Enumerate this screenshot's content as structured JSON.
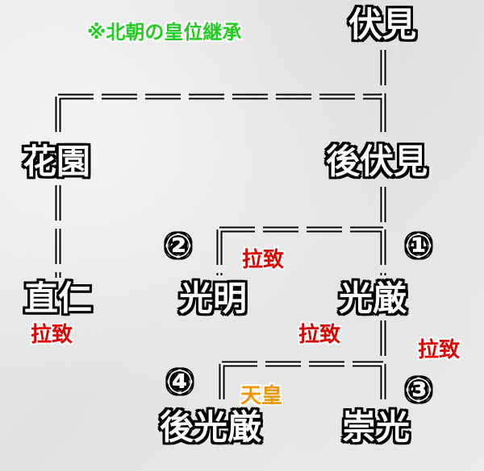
{
  "title": "※北朝の皇位継承",
  "nodes": {
    "fushimi": "伏見",
    "hanazono": "花園",
    "gofushimi": "後伏見",
    "naohito": "直仁",
    "komyo": "光明",
    "kogon": "光厳",
    "gokogon": "後光厳",
    "suko": "崇光"
  },
  "order_marks": {
    "kogon": "①",
    "komyo": "②",
    "suko": "③",
    "gokogon": "④"
  },
  "notes": {
    "naohito": "拉致",
    "komyo": "拉致",
    "kogon": "拉致",
    "suko": "拉致",
    "gokogon": "天皇"
  },
  "colors": {
    "title": "#22cc22",
    "abducted": "#e00000",
    "emperor": "#f29400",
    "name_fill": "#ffffff",
    "outline": "#000000"
  }
}
